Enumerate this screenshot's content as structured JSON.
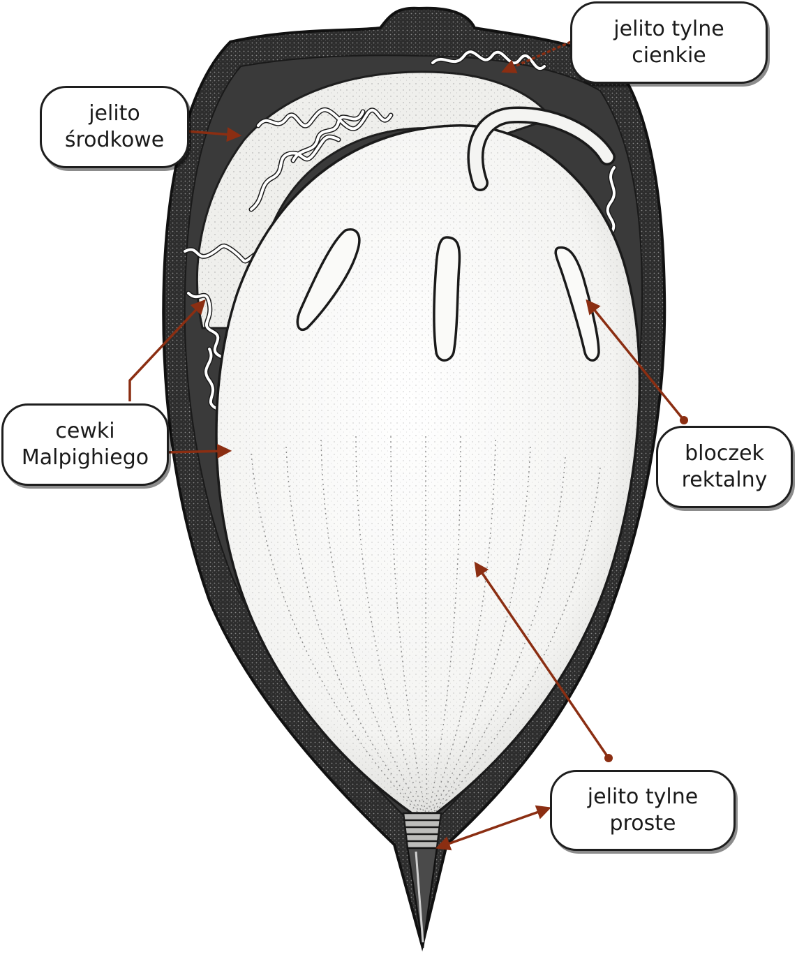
{
  "labels": {
    "hindgut_thin": {
      "line1": "jelito tylne",
      "line2": "cienkie"
    },
    "midgut": {
      "line1": "jelito",
      "line2": "środkowe"
    },
    "malpighian": {
      "line1": "cewki",
      "line2": "Malpighiego"
    },
    "rectal_pad": {
      "line1": "bloczek",
      "line2": "rektalny"
    },
    "hindgut_straight": {
      "line1": "jelito tylne",
      "line2": "proste"
    }
  },
  "colors": {
    "arrow": "#8b2e12",
    "outline": "#1e1e1e",
    "body_dark": "#2b2b2b",
    "gut_fill": "#f7f7f5"
  }
}
